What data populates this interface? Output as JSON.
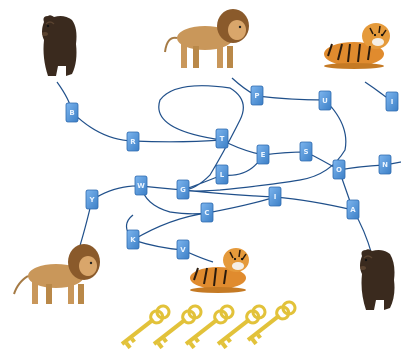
{
  "title": "",
  "tiles": [
    {
      "id": "t1",
      "label": "B"
    },
    {
      "id": "t2",
      "label": "R"
    },
    {
      "id": "t3",
      "label": "T"
    },
    {
      "id": "t4",
      "label": "P"
    },
    {
      "id": "t5",
      "label": "U"
    },
    {
      "id": "t6",
      "label": "I"
    },
    {
      "id": "t7",
      "label": "E"
    },
    {
      "id": "t8",
      "label": "S"
    },
    {
      "id": "t9",
      "label": "O"
    },
    {
      "id": "t10",
      "label": "N"
    },
    {
      "id": "t11",
      "label": "L"
    },
    {
      "id": "t12",
      "label": "Y"
    },
    {
      "id": "t13",
      "label": "W"
    },
    {
      "id": "t14",
      "label": "G"
    },
    {
      "id": "t15",
      "label": "I"
    },
    {
      "id": "t16",
      "label": "C"
    },
    {
      "id": "t17",
      "label": "A"
    },
    {
      "id": "t18",
      "label": "K"
    },
    {
      "id": "t19",
      "label": "V"
    }
  ],
  "animals": [
    {
      "id": "bear-top-left",
      "kind": "bear"
    },
    {
      "id": "lion-top",
      "kind": "lion"
    },
    {
      "id": "tiger-top-right",
      "kind": "tiger"
    },
    {
      "id": "lion-bottom-left",
      "kind": "lion"
    },
    {
      "id": "tiger-bottom",
      "kind": "tiger"
    },
    {
      "id": "bear-bottom-right",
      "kind": "bear"
    }
  ],
  "keys": {
    "count": 5,
    "icon": "key-icon"
  },
  "colors": {
    "tile": "#4f93d6",
    "tile_dark": "#2f6bb0",
    "wire": "#1f4f8a",
    "key": "#e2c23a"
  }
}
